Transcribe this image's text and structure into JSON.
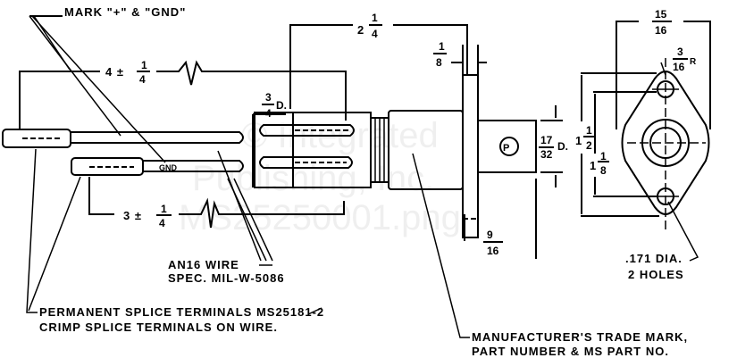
{
  "labels": {
    "mark": "MARK \"+\" & \"GND\"",
    "dim_overall": {
      "whole": "2",
      "num": "1",
      "den": "4"
    },
    "dim_flange_thk": {
      "num": "1",
      "den": "8"
    },
    "dim_width": {
      "num": "15",
      "den": "16"
    },
    "dim_radius": {
      "num": "3",
      "den": "16",
      "suffix": "R"
    },
    "dim_wire_long": {
      "whole": "4 ±",
      "num": "1",
      "den": "4"
    },
    "dim_wire_short": {
      "whole": "3 ±",
      "num": "1",
      "den": "4"
    },
    "dim_body_dia": {
      "num": "3",
      "den": "4",
      "suffix": "D."
    },
    "dim_stub_dia": {
      "num": "17",
      "den": "32",
      "suffix": "D."
    },
    "dim_height": {
      "whole": "1",
      "num": "1",
      "den": "2"
    },
    "dim_hole_spacing": {
      "whole": "1",
      "num": "1",
      "den": "8"
    },
    "dim_flange_pos": {
      "num": "9",
      "den": "16"
    },
    "holes_line1": ".171 DIA.",
    "holes_line2": "2 HOLES",
    "wire_line1": "AN16 WIRE",
    "wire_line2": "SPEC. MIL-W-5086",
    "splice_line1": "PERMANENT SPLICE TERMINALS MS25181-2",
    "splice_line2": "CRIMP SPLICE TERMINALS ON WIRE.",
    "mfr_line1": "MANUFACTURER'S TRADE MARK,",
    "mfr_line2": "PART NUMBER & MS PART NO.",
    "gnd_tag": "GND"
  },
  "watermark": {
    "line1": "© Integrated",
    "line2": "Publishing, Inc.",
    "line3": "MS25250001.png"
  }
}
